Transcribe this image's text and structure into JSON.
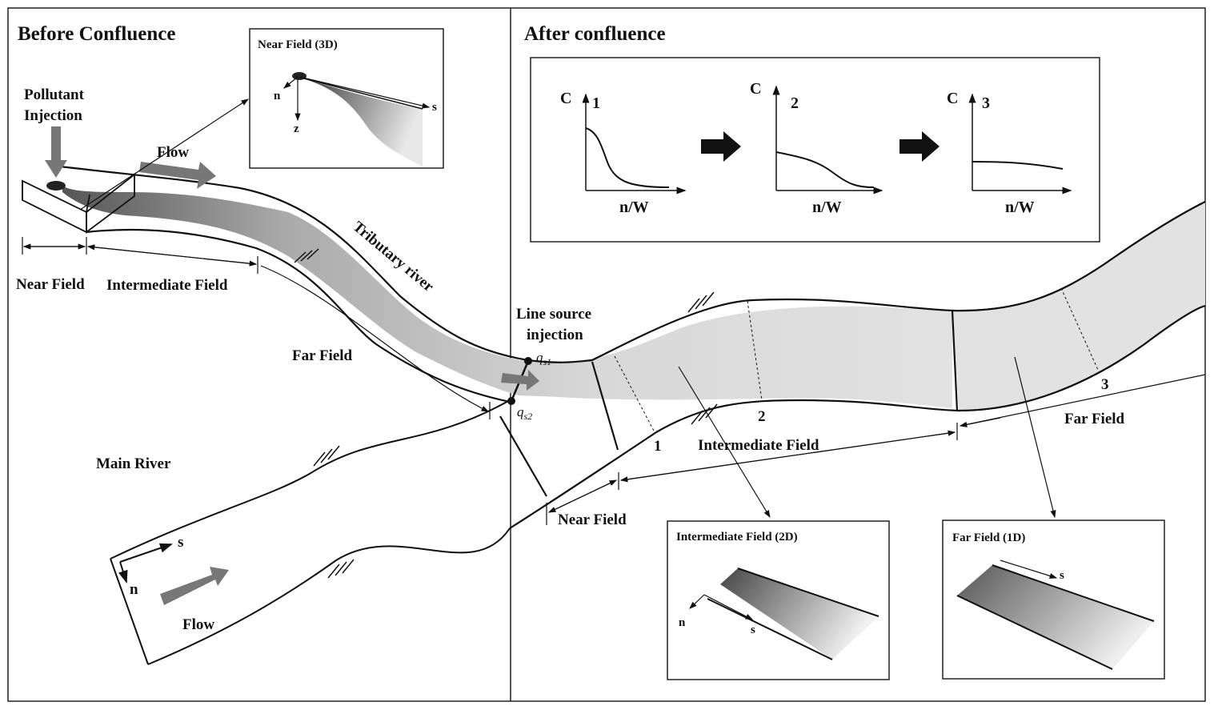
{
  "panels": {
    "before_title": "Before Confluence",
    "after_title": "After confluence"
  },
  "labels": {
    "pollutant_line1": "Pollutant",
    "pollutant_line2": "Injection",
    "flow_top": "Flow",
    "flow_bottom": "Flow",
    "near_field_left": "Near Field",
    "intermediate_field_left": "Intermediate Field",
    "far_field_left": "Far Field",
    "tributary_river": "Tributary river",
    "main_river": "Main River",
    "line_source_line1": "Line source",
    "line_source_line2": "injection",
    "qs1": "q",
    "qs1_sub": "s1",
    "qs2": "q",
    "qs2_sub": "s2",
    "near_field_right": "Near Field",
    "intermediate_field_right": "Intermediate Field",
    "far_field_right": "Far Field",
    "section_1": "1",
    "section_2": "2",
    "section_3": "3",
    "axis_s": "s",
    "axis_n": "n",
    "axis_z": "z"
  },
  "insets": {
    "near_3d_title": "Near Field (3D)",
    "intermediate_2d_title": "Intermediate Field (2D)",
    "far_1d_title": "Far Field (1D)"
  },
  "profiles": [
    {
      "axis_y": "C",
      "index": "1",
      "axis_x": "n/W"
    },
    {
      "axis_y": "C",
      "index": "2",
      "axis_x": "n/W"
    },
    {
      "axis_y": "C",
      "index": "3",
      "axis_x": "n/W"
    }
  ],
  "colors": {
    "plume_dark": "#555555",
    "plume_light": "#e6e6e6",
    "arrow_gray": "#777777",
    "line": "#111111"
  }
}
